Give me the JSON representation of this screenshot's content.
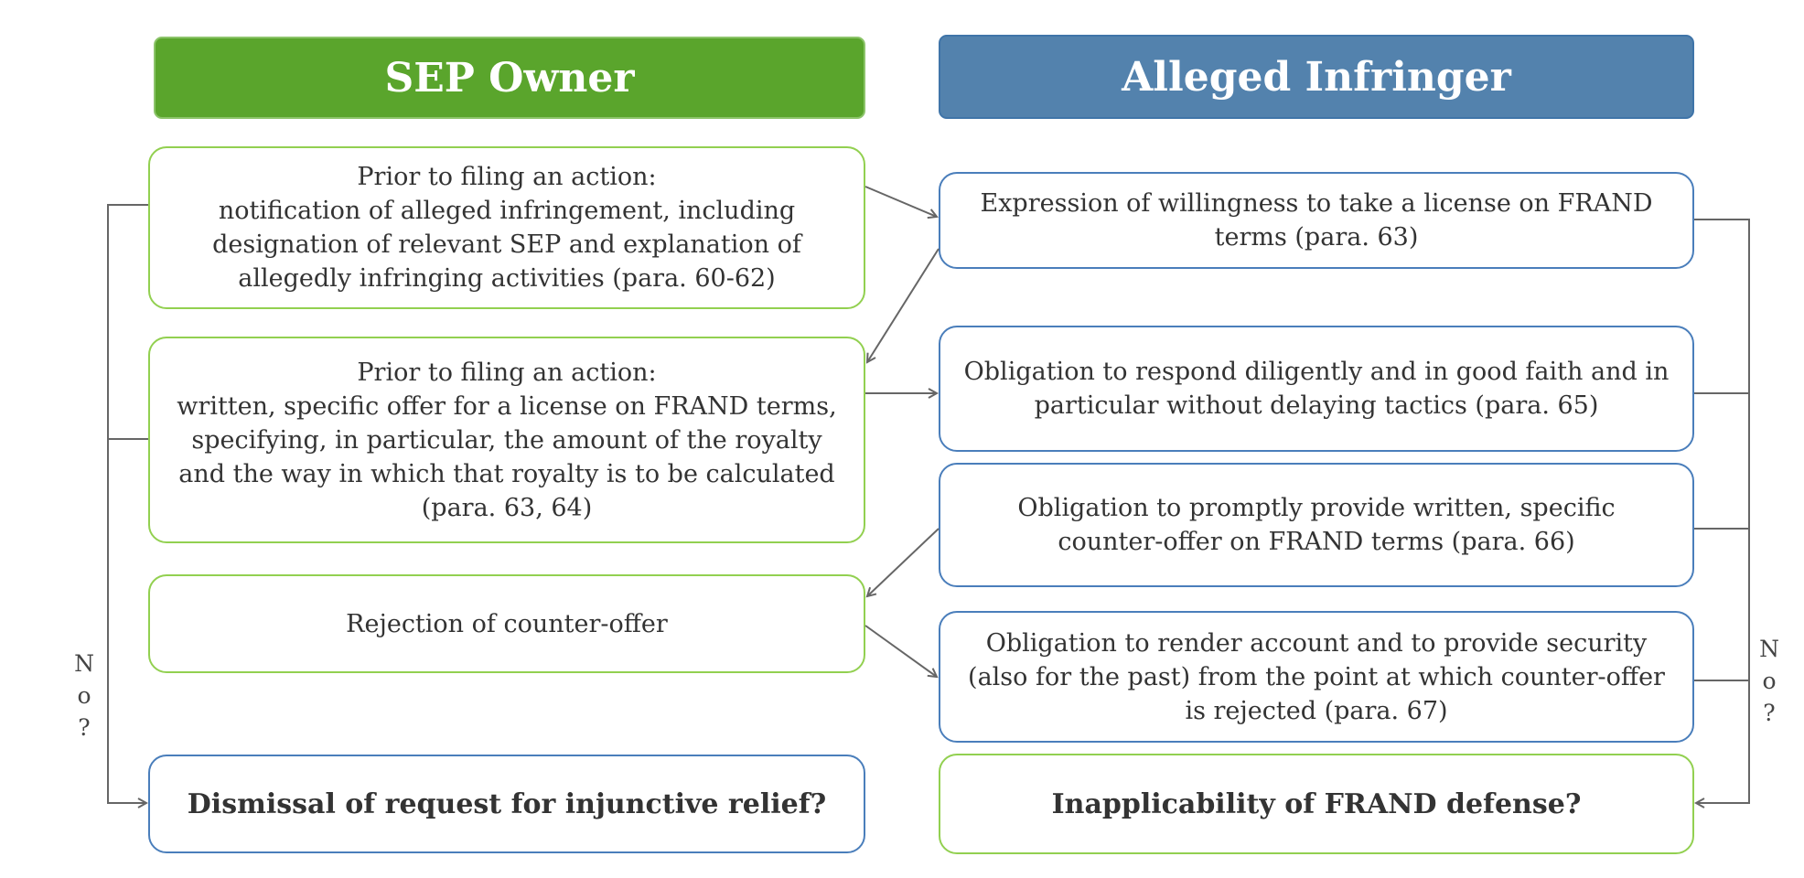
{
  "headers": {
    "left": "SEP Owner",
    "right": "Alleged Infringer"
  },
  "left_steps": [
    "Prior to filing an action:\nnotification of alleged infringement, including designation of relevant SEP and explanation of allegedly infringing activities (para. 60-62)",
    "Prior to filing an action:\nwritten, specific offer for a license on FRAND terms, specifying, in particular, the amount of the royalty and the way in which that royalty is to be calculated (para. 63, 64)",
    "Rejection of counter-offer"
  ],
  "right_steps": [
    "Expression of willingness to take a license on FRAND terms (para. 63)",
    "Obligation to respond diligently and in good faith and in particular without delaying tactics (para. 65)",
    "Obligation to promptly provide written, specific counter-offer on FRAND terms (para. 66)",
    "Obligation to render account and to provide security (also for the past) from the point at which counter-offer is rejected (para. 67)"
  ],
  "outcomes": {
    "left": "Dismissal of request for injunctive relief?",
    "right": "Inapplicability of FRAND defense?"
  },
  "branch_labels": {
    "left": "N\no\n?",
    "right": "N\no\n?"
  },
  "colors": {
    "green_header": "#5aa52c",
    "blue_header": "#5382ad",
    "green_border": "#92d050",
    "blue_border": "#4a7ebb",
    "connector": "#666666"
  }
}
